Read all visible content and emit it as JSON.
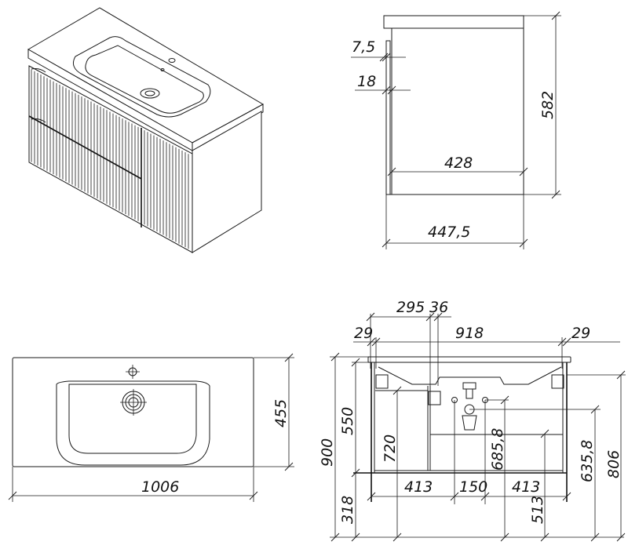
{
  "side_view": {
    "front_offset": "7,5",
    "front_thickness": "18",
    "inner_depth": "428",
    "total_depth": "447,5",
    "height": "582"
  },
  "top_view": {
    "width": "1006",
    "depth": "455"
  },
  "front_view": {
    "offset_295": "295",
    "offset_36": "36",
    "left_29": "29",
    "span_918": "918",
    "right_29": "29",
    "total_height": "900",
    "cabinet_height": "550",
    "floor_gap": "318",
    "h_720": "720",
    "h_685_8": "685,8",
    "h_513": "513",
    "h_635_8": "635,8",
    "h_806": "806",
    "left_413": "413",
    "center_150": "150",
    "right_413": "413"
  }
}
